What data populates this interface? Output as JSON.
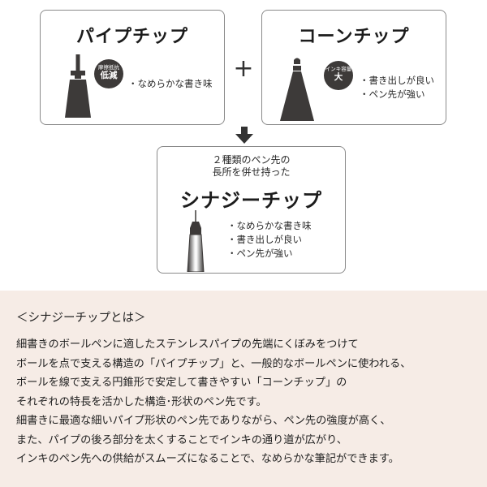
{
  "pipe_tip": {
    "title": "パイプチップ",
    "badge_small": "摩擦抵抗",
    "badge_large": "低減",
    "features": [
      "・なめらかな書き味"
    ]
  },
  "plus_sign": "+",
  "cone_tip": {
    "title": "コーンチップ",
    "badge_small": "インキ容量",
    "badge_large": "大",
    "features": [
      "・書き出しが良い",
      "・ペン先が強い"
    ]
  },
  "synergy_tip": {
    "intro": [
      "２種類のペン先の",
      "長所を併せ持った"
    ],
    "title": "シナジーチップ",
    "features": [
      "・なめらかな書き味",
      "・書き出しが良い",
      "・ペン先が強い"
    ]
  },
  "explanation": {
    "title": "＜シナジーチップとは＞",
    "lines": [
      "細書きのボールペンに適したステンレスパイプの先端にくぼみをつけて",
      "ボールを点で支える構造の「パイプチップ」と、一般的なボールペンに使われる、",
      "ボールを線で支える円錐形で安定して書きやすい「コーンチップ」の",
      "それぞれの特長を活かした構造･形状のペン先です。",
      "細書きに最適な細いパイプ形状のペン先でありながら、ペン先の強度が高く、",
      "また、パイプの後ろ部分を太くすることでインキの通り道が広がり、",
      "インキのペン先への供給がスムーズになることで、なめらかな筆記ができます。"
    ]
  },
  "colors": {
    "tip_dark": "#3d3a39",
    "explanation_bg": "#f6ece6",
    "card_border": "#8a8a8a"
  }
}
